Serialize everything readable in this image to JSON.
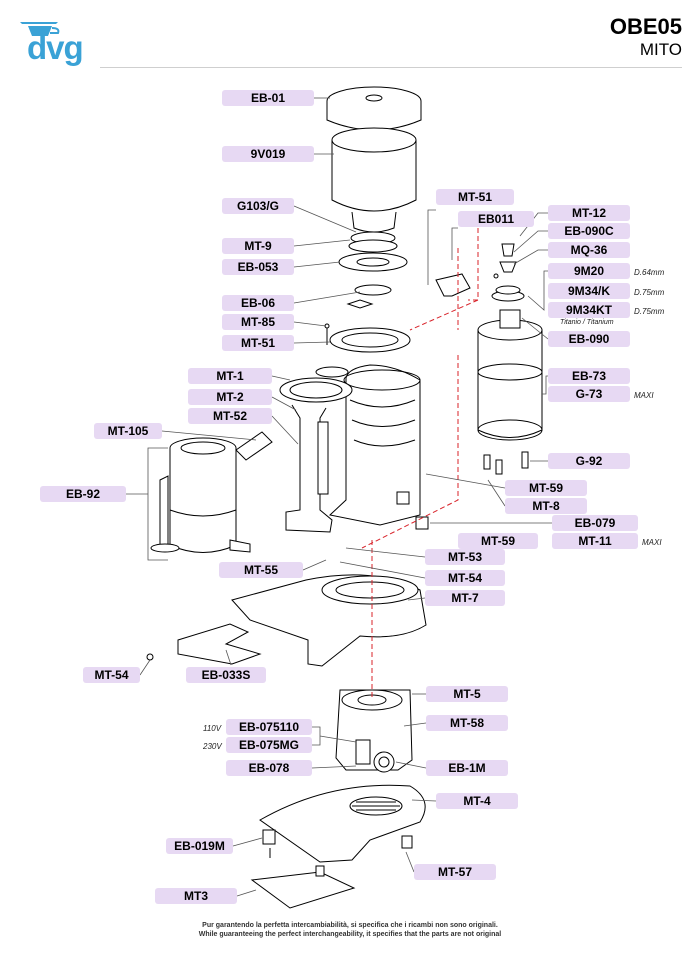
{
  "header": {
    "logo_text": "dvg",
    "model": "OBE05",
    "name": "MITO"
  },
  "labels": {
    "EB_01": "EB-01",
    "V9019": "9V019",
    "G103G": "G103/G",
    "MT_9": "MT-9",
    "EB_053": "EB-053",
    "EB_06": "EB-06",
    "MT_85": "MT-85",
    "MT_51_left": "MT-51",
    "MT_1": "MT-1",
    "MT_2": "MT-2",
    "MT_52": "MT-52",
    "MT_105": "MT-105",
    "EB_92": "EB-92",
    "MT_55": "MT-55",
    "MT_54_left": "MT-54",
    "EB_033S": "EB-033S",
    "MT_51_top": "MT-51",
    "EB011": "EB011",
    "MT_12": "MT-12",
    "EB_090C": "EB-090C",
    "MQ_36": "MQ-36",
    "M9_20": "9M20",
    "M9_34K": "9M34/K",
    "M9_34KT": "9M34KT",
    "EB_090": "EB-090",
    "EB_73": "EB-73",
    "G_73": "G-73",
    "G_92": "G-92",
    "MT_59_a": "MT-59",
    "MT_8": "MT-8",
    "EB_079": "EB-079",
    "MT_59_b": "MT-59",
    "MT_11": "MT-11",
    "MT_53": "MT-53",
    "MT_54_mid": "MT-54",
    "MT_7": "MT-7",
    "MT_5": "MT-5",
    "EB_075110": "EB-075110",
    "MT_58": "MT-58",
    "EB_075MG": "EB-075MG",
    "EB_078": "EB-078",
    "EB_1M": "EB-1M",
    "MT_4": "MT-4",
    "EB_019M": "EB-019M",
    "MT_57": "MT-57",
    "MT3": "MT3"
  },
  "notes": {
    "d64": "D.64mm",
    "d75a": "D.75mm",
    "d75b": "D.75mm",
    "titanio": "Titanio / Titanium",
    "maxi_g73": "MAXI",
    "maxi_mt11": "MAXI",
    "v110": "110V",
    "v230": "230V"
  },
  "footer": {
    "line_it": "Pur garantendo la perfetta intercambiabilità, si specifica che i ricambi non sono originali.",
    "line_en": "While guaranteeing the perfect interchangeability, it specifies that the parts are not original"
  },
  "colors": {
    "label_fill": "#e7d9f3",
    "logo_blue": "#3aa2d6",
    "guide_red": "#d8232a"
  }
}
